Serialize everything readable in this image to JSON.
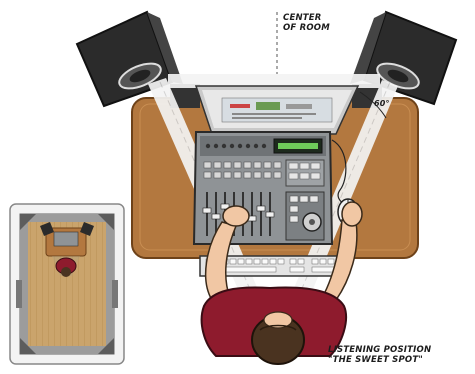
{
  "labels": {
    "center_line1": "CENTER",
    "center_line2": "OF ROOM",
    "listening_line1": "LISTENING POSITION",
    "listening_line2": "\"THE SWEET SPOT\"",
    "angle": "60°"
  },
  "icons": [
    "left-speaker-icon",
    "right-speaker-icon",
    "computer-monitor-icon",
    "mixing-console-icon",
    "keyboard-icon",
    "mouse-icon",
    "listener-icon",
    "room-floorplan-inset"
  ],
  "colors": {
    "desk": "#b3783f",
    "desk_edge": "#7a4a22",
    "speaker": "#2e2e2e",
    "console": "#8f9396",
    "shirt": "#8e1b2d",
    "skin": "#f1c7a4",
    "hair": "#4a3320",
    "beam": "#ffffff",
    "floor": "#caa46c"
  }
}
